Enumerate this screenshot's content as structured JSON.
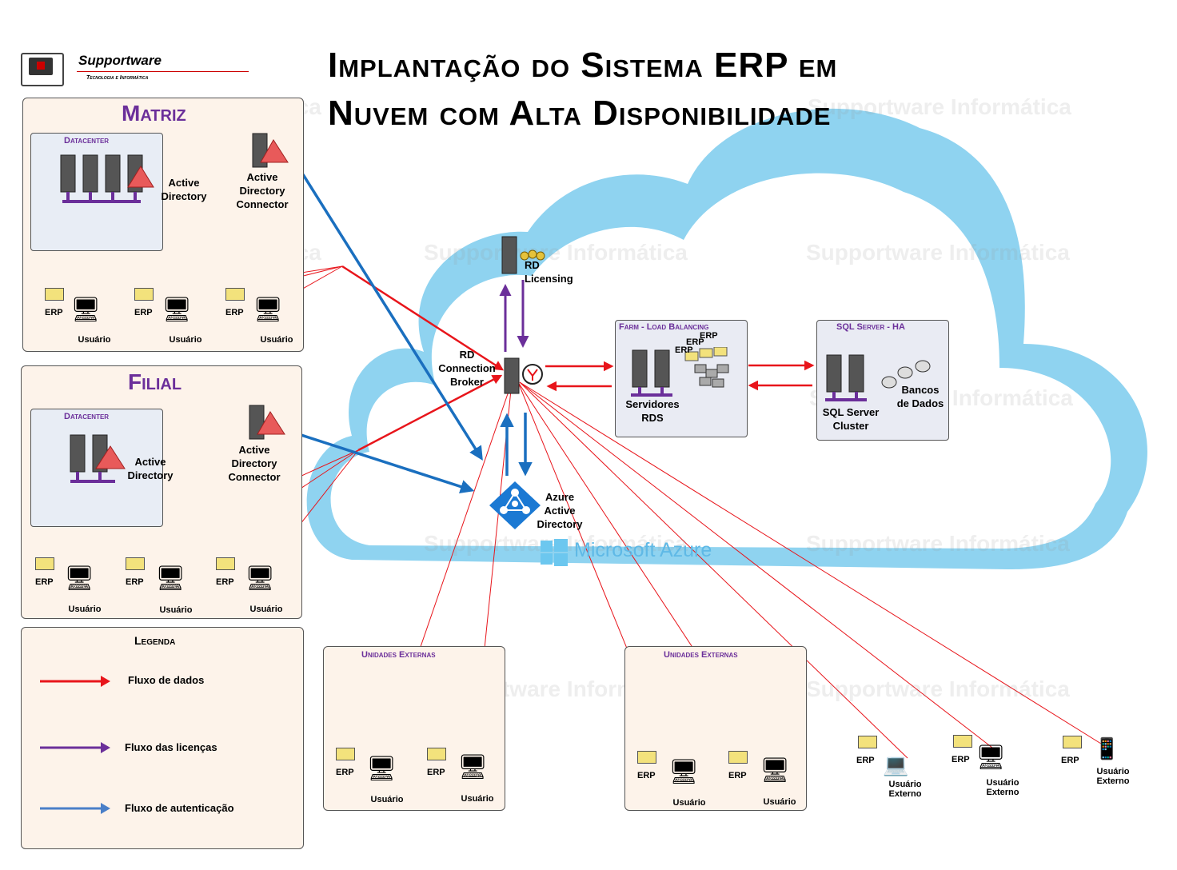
{
  "title": {
    "line1": "Implantação do Sistema ERP em",
    "line2": "Nuvem com Alta Disponibilidade"
  },
  "logo": {
    "name": "Supportware",
    "tagline": "Tecnologia e Informática"
  },
  "watermark": "Supportware Informática",
  "matriz": {
    "heading": "Matriz",
    "datacenter": "Datacenter",
    "ad_label": "Active\nDirectory",
    "adc_label": "Active\nDirectory\nConnector",
    "erp": "ERP",
    "user": "Usuário"
  },
  "filial": {
    "heading": "Filial",
    "datacenter": "Datacenter",
    "ad_label": "Active\nDirectory",
    "adc_label": "Active\nDirectory\nConnector",
    "erp": "ERP",
    "user": "Usuário"
  },
  "cloud": {
    "rd_licensing": "RD\nLicensing",
    "rd_broker": "RD\nConnection\nBroker",
    "azure_ad": "Azure\nActive\nDirectory",
    "brand": "Microsoft Azure",
    "farm_title": "Farm - Load Balancing",
    "farm_servers": "Servidores\nRDS",
    "farm_erp": "ERP",
    "sql_title": "SQL Server - HA",
    "sql_cluster": "SQL Server\nCluster",
    "sql_db": "Bancos\nde Dados"
  },
  "legend": {
    "title": "Legenda",
    "items": [
      {
        "label": "Fluxo de dados",
        "color": "#e8151b"
      },
      {
        "label": "Fluxo das licenças",
        "color": "#6b2f9a"
      },
      {
        "label": "Fluxo de autenticação",
        "color": "#4a7fc8"
      }
    ]
  },
  "external1": {
    "title": "Unidades Externas",
    "erp": "ERP",
    "user": "Usuário"
  },
  "external2": {
    "title": "Unidades Externas",
    "erp": "ERP",
    "user": "Usuário"
  },
  "external_users": {
    "erp": "ERP",
    "user": "Usuário\nExterno"
  },
  "colors": {
    "data": "#e8151b",
    "license": "#6b2f9a",
    "auth": "#1a6fbf",
    "cloud": "#8fd3f0",
    "accent": "#6b2f9a"
  }
}
